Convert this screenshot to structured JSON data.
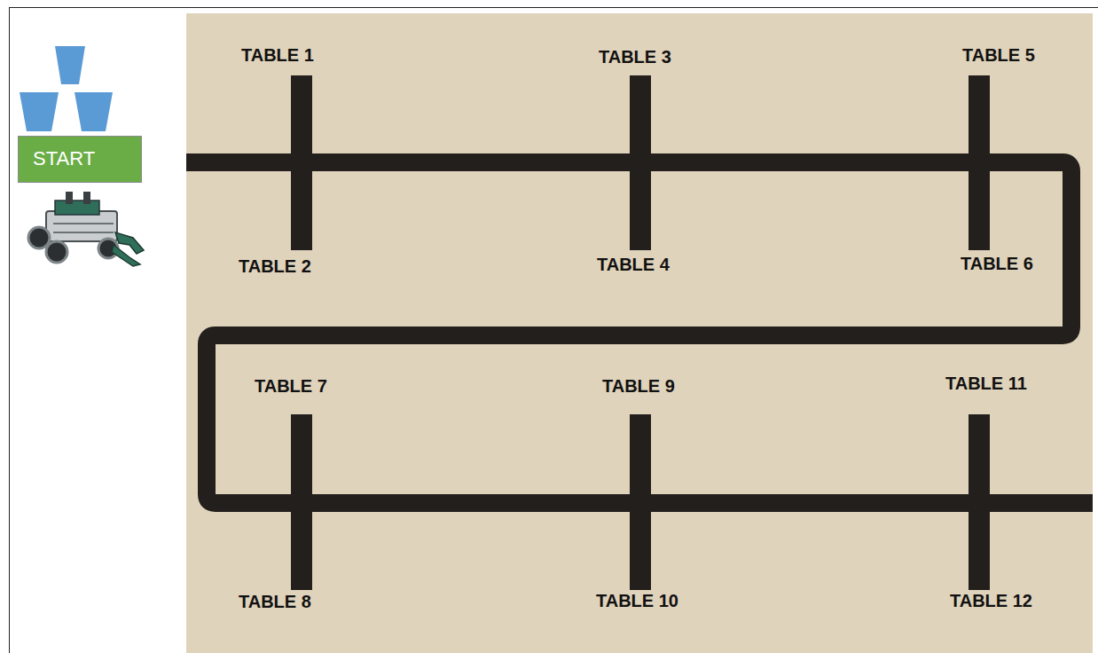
{
  "diagram": {
    "nodes": [
      {
        "text": [
          "START"
        ]
      }
    ],
    "labels": [
      "TABLE 1",
      "TABLE 3",
      "TABLE 5",
      "TABLE 2",
      "TABLE 4",
      "TABLE 6",
      "TABLE 7",
      "TABLE 9",
      "TABLE 11",
      "TABLE 8",
      "TABLE 10",
      "TABLE 12"
    ]
  }
}
